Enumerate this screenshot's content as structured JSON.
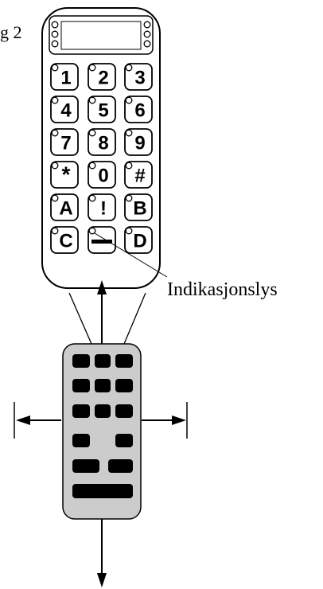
{
  "figure": {
    "label_fragment": "g 2",
    "indicator_label": "Indikasjonslys"
  },
  "keypad": {
    "keys": [
      [
        "1",
        "2",
        "3"
      ],
      [
        "4",
        "5",
        "6"
      ],
      [
        "7",
        "8",
        "9"
      ],
      [
        "*",
        "0",
        "#"
      ],
      [
        "A",
        "!",
        "B"
      ],
      [
        "C",
        "—",
        "D"
      ]
    ]
  },
  "colors": {
    "line": "#000000",
    "keypad_fill": "#ffffff",
    "handset_fill": "#cccccc",
    "handset_button_fill": "#000000"
  }
}
